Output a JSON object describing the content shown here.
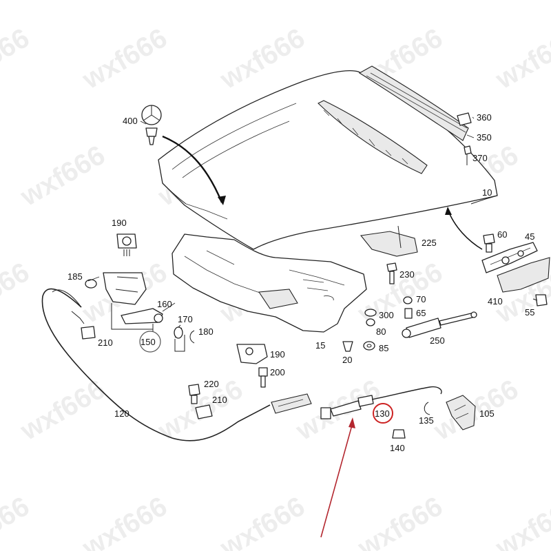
{
  "watermark": "wxf666",
  "callouts": [
    "400",
    "360",
    "350",
    "370",
    "10",
    "190",
    "225",
    "60",
    "45",
    "185",
    "230",
    "160",
    "70",
    "410",
    "300",
    "65",
    "55",
    "170",
    "180",
    "80",
    "250",
    "150",
    "210",
    "15",
    "85",
    "20",
    "190",
    "200",
    "220",
    "210",
    "120",
    "130",
    "135",
    "105",
    "140"
  ],
  "highlight": {
    "label": "130",
    "circle_color": "#cc2222",
    "arrow_color": "#b3262e"
  },
  "group_circle": {
    "label": "150"
  }
}
